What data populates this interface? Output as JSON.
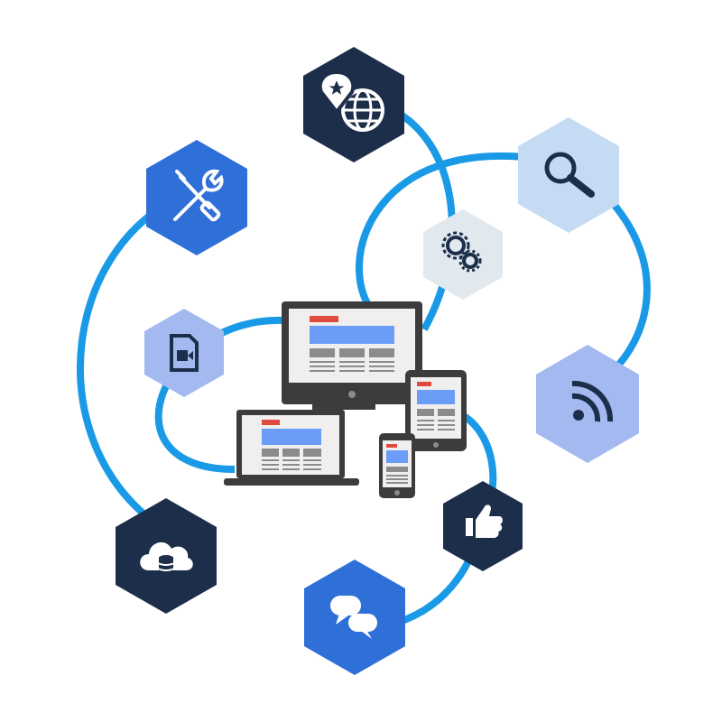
{
  "colors": {
    "ring": "#1a9ae6",
    "navy": "#1c2e4a",
    "blue": "#2f6fd8",
    "periwinkle": "#a3b9f0",
    "pale_blue": "#c4dbf3",
    "pale_gray": "#e1e9ef",
    "device_dark": "#3c3c3c",
    "screen_bg": "#f0efee",
    "screen_header": "#6a9cf8",
    "screen_tag": "#e04b3e",
    "screen_block": "#8b8b8b",
    "white": "#ffffff"
  },
  "nodes": [
    {
      "name": "location-globe-node",
      "icon": "location-globe-icon",
      "fill": "navy"
    },
    {
      "name": "tools-node",
      "icon": "wrench-screwdriver-icon",
      "fill": "blue"
    },
    {
      "name": "search-node",
      "icon": "magnifier-icon",
      "fill": "pale_blue"
    },
    {
      "name": "settings-node",
      "icon": "gears-icon",
      "fill": "pale_gray"
    },
    {
      "name": "video-file-node",
      "icon": "video-file-icon",
      "fill": "periwinkle"
    },
    {
      "name": "rss-node",
      "icon": "rss-feed-icon",
      "fill": "periwinkle"
    },
    {
      "name": "like-node",
      "icon": "thumbs-up-icon",
      "fill": "navy"
    },
    {
      "name": "cloud-database-node",
      "icon": "cloud-database-icon",
      "fill": "navy"
    },
    {
      "name": "chat-node",
      "icon": "chat-bubbles-icon",
      "fill": "blue"
    }
  ],
  "devices": [
    "desktop-monitor",
    "laptop",
    "tablet",
    "smartphone"
  ]
}
